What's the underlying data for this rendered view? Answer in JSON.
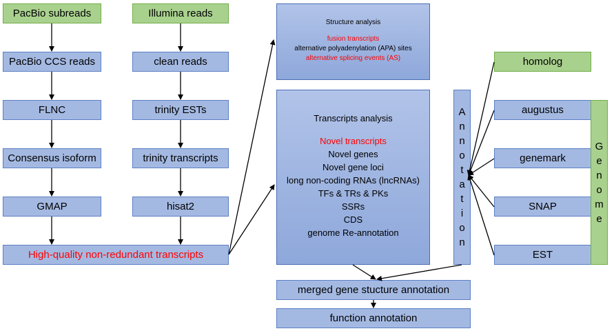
{
  "left_column": {
    "pacbio_subreads": "PacBio subreads",
    "pacbio_ccs": "PacBio CCS reads",
    "flnc": "FLNC",
    "consensus": "Consensus isoform",
    "gmap": "GMAP"
  },
  "mid_column": {
    "illumina_reads": "Illumina reads",
    "clean_reads": "clean reads",
    "trinity_ests": "trinity ESTs",
    "trinity_transcripts": "trinity transcripts",
    "hisat2": "hisat2"
  },
  "hq_transcripts": "High-quality non-redundant transcripts",
  "structure": {
    "title": "Structure analysis",
    "items": [
      {
        "text": "fusion transcripts",
        "red": true
      },
      {
        "text": "alternative polyadenylation (APA) sites",
        "red": false
      },
      {
        "text": "alternative splicing events (AS)",
        "red": true
      }
    ]
  },
  "transcripts": {
    "title": "Transcripts analysis",
    "items": [
      {
        "text": "Novel transcripts",
        "red": true
      },
      {
        "text": "Novel genes",
        "red": false
      },
      {
        "text": "Novel gene loci",
        "red": false
      },
      {
        "text": "long non-coding RNAs (lncRNAs)",
        "red": false
      },
      {
        "text": "TFs & TRs & PKs",
        "red": false
      },
      {
        "text": "SSRs",
        "red": false
      },
      {
        "text": "CDS",
        "red": false
      },
      {
        "text": "genome Re-annotation",
        "red": false
      }
    ]
  },
  "annotation_letters": [
    "A",
    "n",
    "n",
    "o",
    "t",
    "a",
    "t",
    "i",
    "o",
    "n"
  ],
  "right_column": {
    "homolog": "homolog",
    "augustus": "augustus",
    "genemark": "genemark",
    "snap": "SNAP",
    "est": "EST"
  },
  "genome_letters": [
    "G",
    "e",
    "n",
    "o",
    "m",
    "e"
  ],
  "merged": "merged gene stucture annotation",
  "function": "function annotation",
  "colors": {
    "green_fill": "#a9d18e",
    "blue_fill": "#a4b9e2",
    "red_text": "#ff0000"
  }
}
